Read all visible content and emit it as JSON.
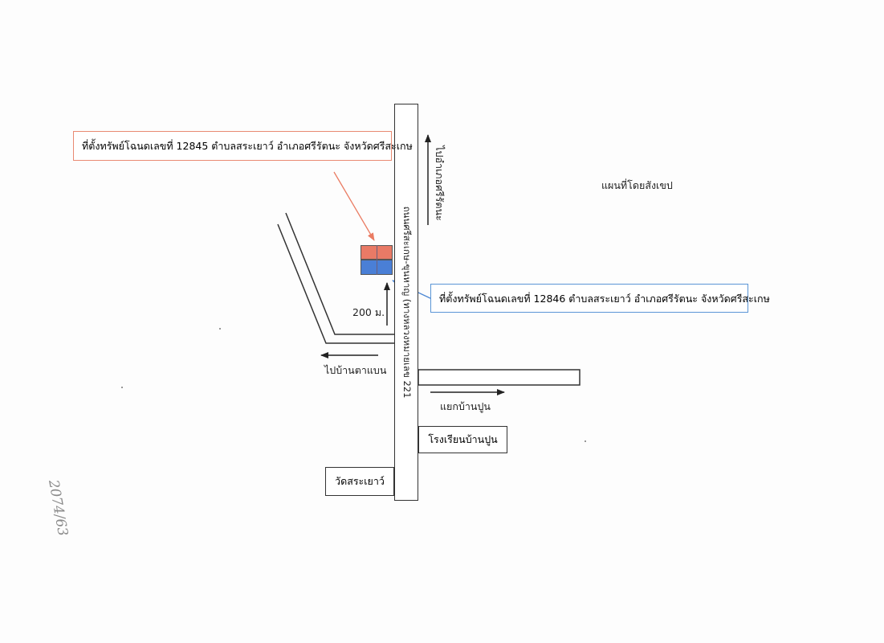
{
  "map": {
    "title": "แผนที่โดยสังเขป",
    "parcel_12845_label": "ที่ตั้งทรัพย์โฉนดเลขที่ 12845 ตำบลสระเยาว์ อำเภอศรีรัตนะ จังหวัดศรีสะเกษ",
    "parcel_12846_label": "ที่ตั้งทรัพย์โฉนดเลขที่ 12846 ตำบลสระเยาว์ อำเภอศรีรัตนะ จังหวัดศรีสะเกษ",
    "main_road_label": "ถนนศรีสะเกษ-ขุนหาญ (ทางหลวงหมายเลข 221",
    "to_si_rattana": "ไปอำเภอศรีรัตนะ",
    "distance": "200 ม.",
    "to_ban_ta_baen": "ไปบ้านตาแบน",
    "ban_pun_junction": "แยกบ้านปูน",
    "ban_pun_school": "โรงเรียนบ้านปูน",
    "sa_yao_temple": "วัดสระเยาว์",
    "handwritten_note": "2074/63"
  },
  "colors": {
    "parcel_12845_fill": "#e97a66",
    "parcel_12846_fill": "#4a7fd6",
    "red_callout_border": "#e98a72",
    "blue_callout_border": "#5a95d6"
  }
}
